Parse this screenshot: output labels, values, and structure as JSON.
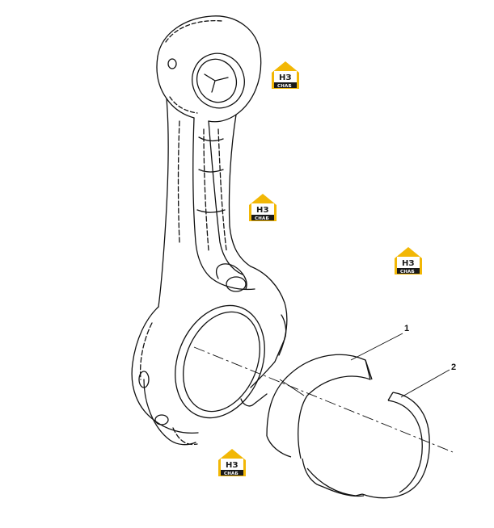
{
  "callouts": [
    {
      "id": "1",
      "label": "1"
    },
    {
      "id": "2",
      "label": "2"
    }
  ],
  "watermark": {
    "logo_letters": "НЗ",
    "logo_caption": "СНАБ",
    "colors": {
      "accent": "#f2b705",
      "dark": "#1a1a1a"
    }
  },
  "parts": [
    {
      "name": "connecting-rod"
    },
    {
      "name": "bearing-shell-upper",
      "callout": "1"
    },
    {
      "name": "bearing-shell-lower",
      "callout": "2"
    }
  ]
}
